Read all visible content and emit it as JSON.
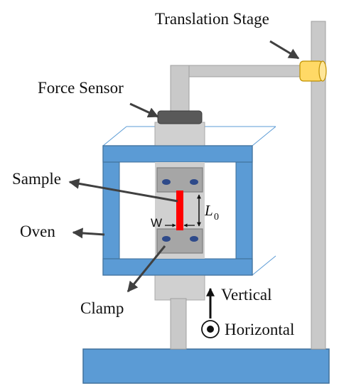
{
  "labels": {
    "translation_stage": "Translation Stage",
    "force_sensor": "Force Sensor",
    "sample": "Sample",
    "oven": "Oven",
    "clamp": "Clamp",
    "vertical": "Vertical",
    "horizontal": "Horizontal",
    "width": "W",
    "length_symbol": "L",
    "length_subscript": "0"
  },
  "colors": {
    "frame_gray": "#c9c9c9",
    "frame_stroke": "#a0a0a0",
    "oven_blue": "#5b9bd5",
    "oven_stroke": "#41719c",
    "base_blue": "#5b9bd5",
    "stage_yellow": "#ffd966",
    "sensor_dark": "#595959",
    "clamp_gray": "#a6a6a6",
    "clamp_hole": "#2e4a8a",
    "sample_red": "#ff0000",
    "arrow": "#404040"
  }
}
